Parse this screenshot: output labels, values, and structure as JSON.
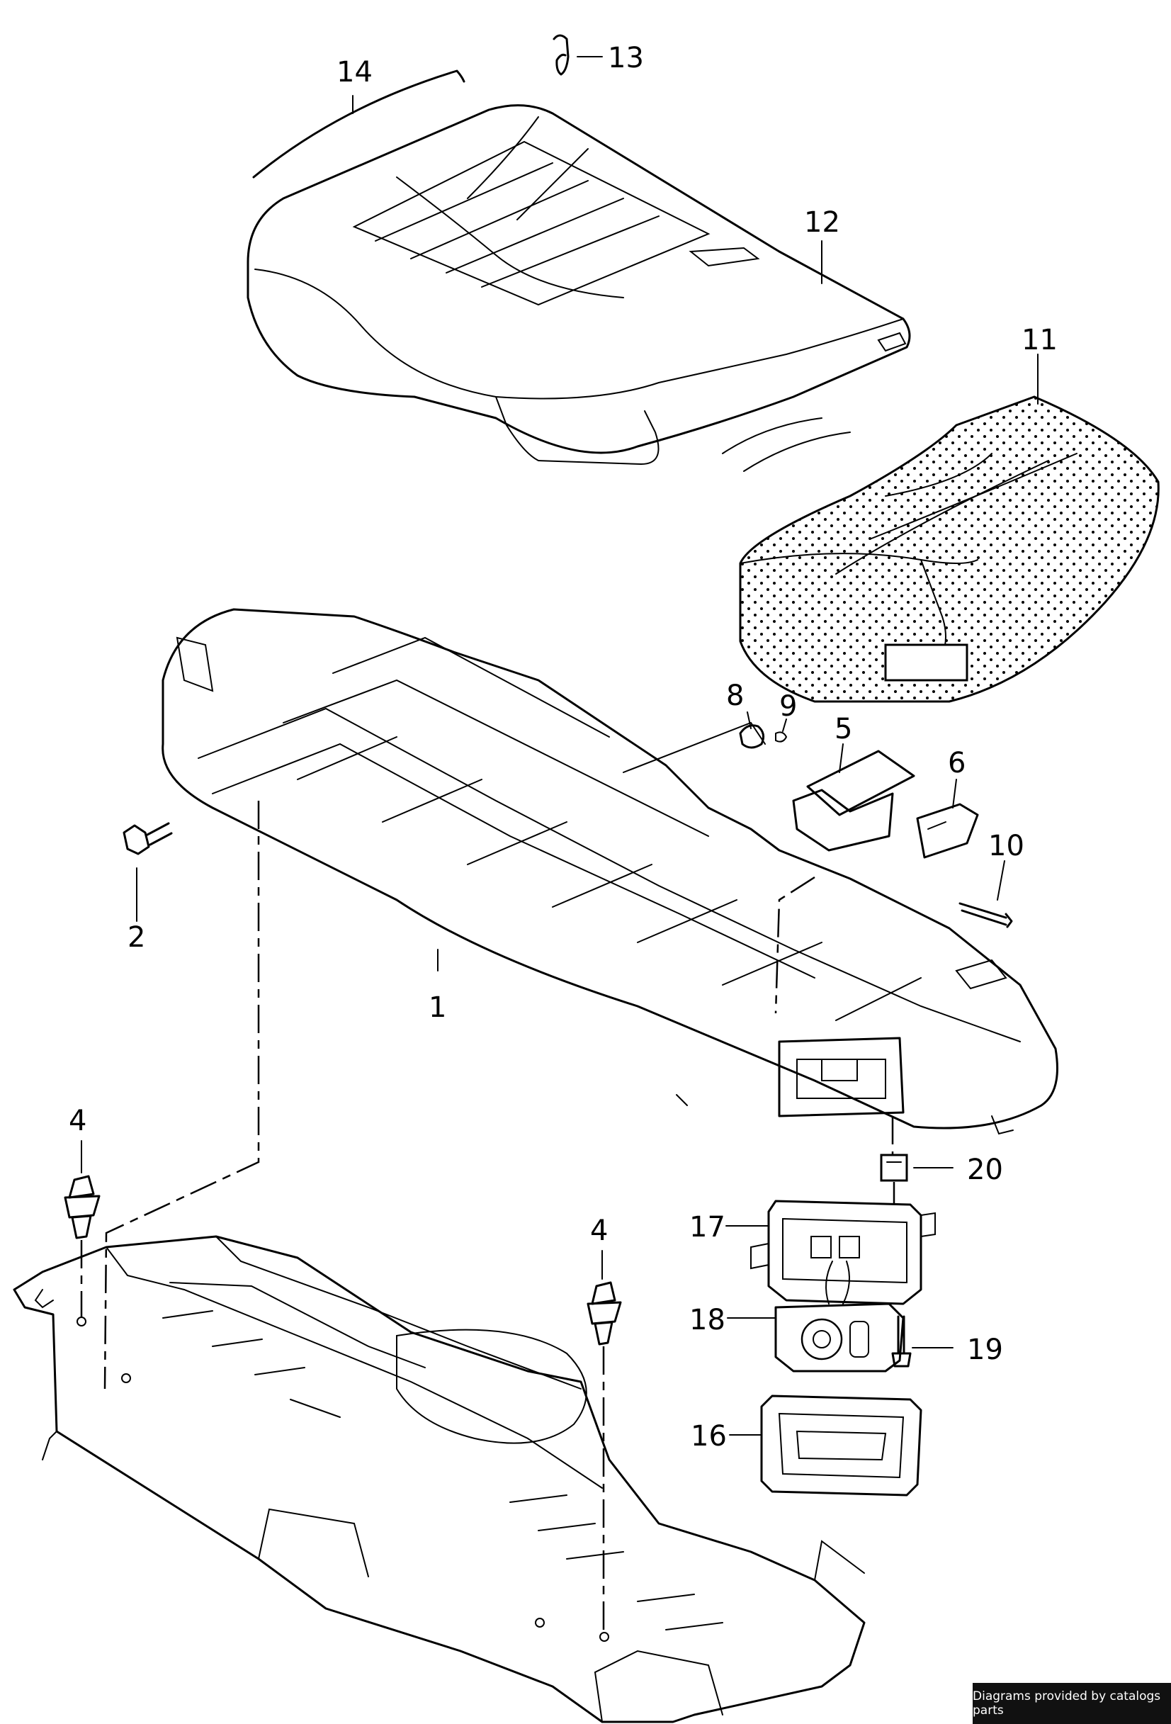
{
  "callouts": {
    "c1": "1",
    "c2": "2",
    "c4a": "4",
    "c4b": "4",
    "c5": "5",
    "c6": "6",
    "c8": "8",
    "c9": "9",
    "c10": "10",
    "c11": "11",
    "c12": "12",
    "c13": "13",
    "c14": "14",
    "c16": "16",
    "c17": "17",
    "c18": "18",
    "c19": "19",
    "c20": "20"
  },
  "credit": "Diagrams provided by catalogs parts"
}
